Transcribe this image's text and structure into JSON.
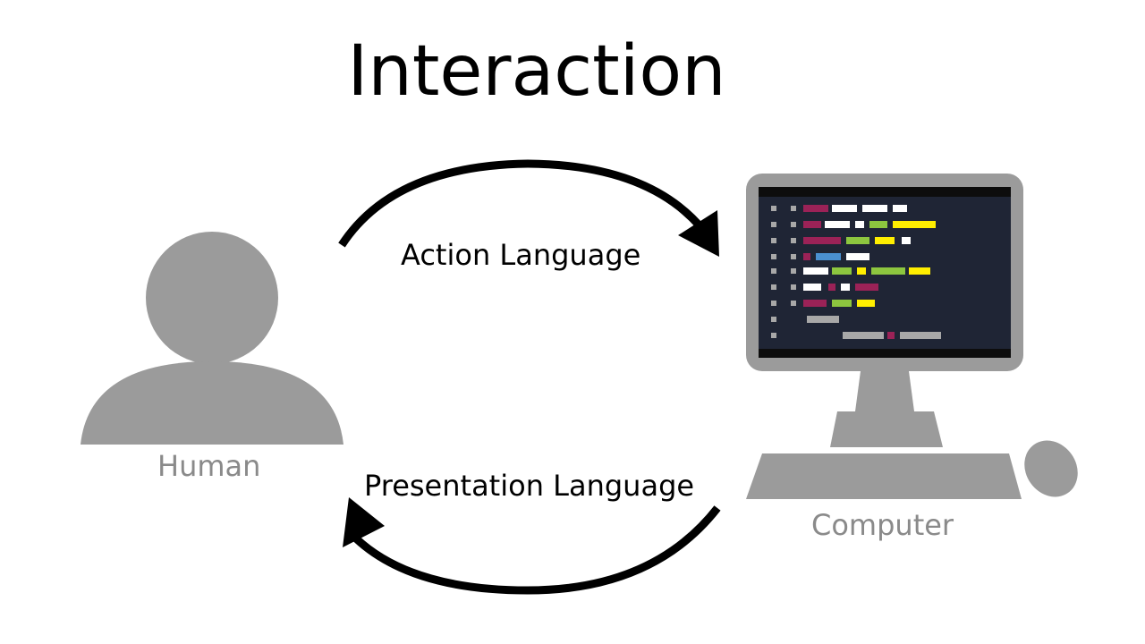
{
  "title": "Interaction",
  "nodes": {
    "human": {
      "label": "Human",
      "icon": "person-icon"
    },
    "computer": {
      "label": "Computer",
      "icon": "desktop-computer-icon"
    }
  },
  "flows": {
    "action": {
      "label": "Action Language"
    },
    "presentation": {
      "label": "Presentation Language"
    }
  },
  "colors": {
    "text": "#000000",
    "node_gray": "#9b9b9b",
    "label_gray": "#8a8a8a",
    "screen_bg": "#1f2535",
    "screen_bezel": "#0d0d0d",
    "code_magenta": "#9b2257",
    "code_white": "#ffffff",
    "code_green": "#8dc63f",
    "code_yellow": "#ffee00",
    "code_blue": "#4a90d0",
    "code_gray": "#a8a8a8"
  }
}
